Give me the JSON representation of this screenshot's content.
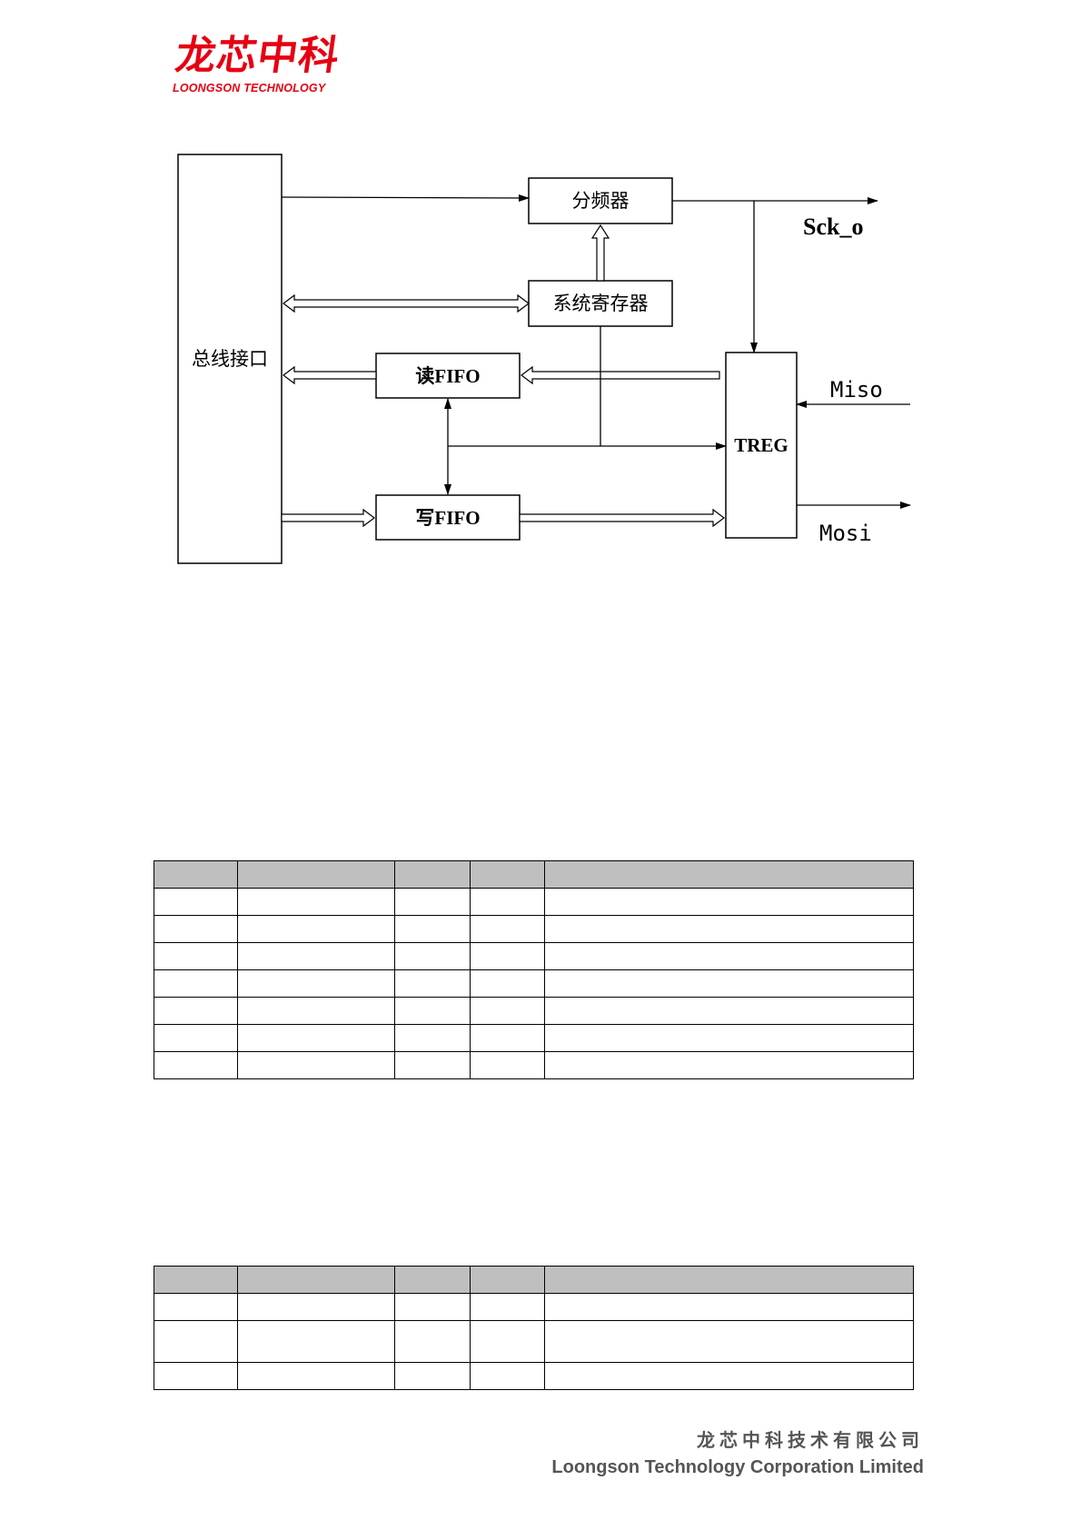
{
  "header": {
    "logo_cn": "龙芯中科",
    "logo_en": "LOONGSON TECHNOLOGY",
    "logo_color": "#e60012"
  },
  "diagram": {
    "bus_interface": "总线接口",
    "divider": "分频器",
    "sys_registers": "系统寄存器",
    "read_fifo": "读FIFO",
    "write_fifo": "写FIFO",
    "treg": "TREG",
    "sck_o": "Sck_o",
    "miso": "Miso",
    "mosi": "Mosi"
  },
  "table1": {
    "header_cols": 5,
    "rows": 7
  },
  "table2": {
    "header_cols": 5,
    "rows": 3
  },
  "footer": {
    "company_cn": "龙芯中科技术有限公司",
    "company_en": "Loongson Technology Corporation Limited"
  }
}
